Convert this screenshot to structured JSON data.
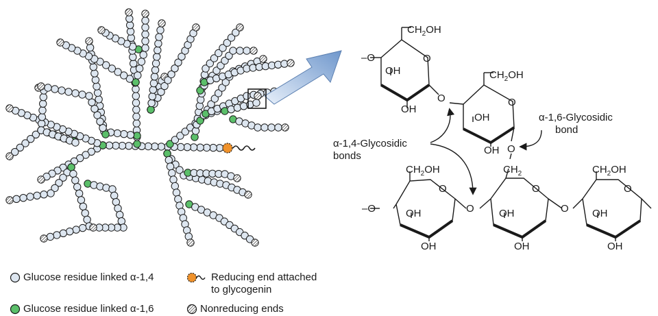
{
  "labels": {
    "bond14_line1": "α-1,4-Glycosidic",
    "bond14_line2": "bonds",
    "bond16_line1": "α-1,6-Glycosidic",
    "bond16_line2": "bond"
  },
  "atoms": {
    "oh": "OH",
    "ch2oh_a": "CH",
    "ch2oh_sub": "2",
    "ch2oh_b": "OH",
    "ch2": "CH",
    "ch2_sub": "2",
    "o": "O",
    "o_left": "–O"
  },
  "legend": {
    "items": [
      {
        "key": "glucose-14",
        "label": "Glucose residue linked α-1,4"
      },
      {
        "key": "glucose-16",
        "label": "Glucose residue linked α-1,6"
      },
      {
        "key": "reducing-end",
        "label_line1": "Reducing end attached",
        "label_line2": "to glycogenin"
      },
      {
        "key": "nonreducing",
        "label": "Nonreducing ends"
      }
    ]
  },
  "colors": {
    "residue_fill": "#dde6f0",
    "branch_fill": "#5bbf6a",
    "reducing_fill": "#f0922b",
    "arrow_fill": "#8fb0d8",
    "stroke": "#1a1a1a"
  }
}
